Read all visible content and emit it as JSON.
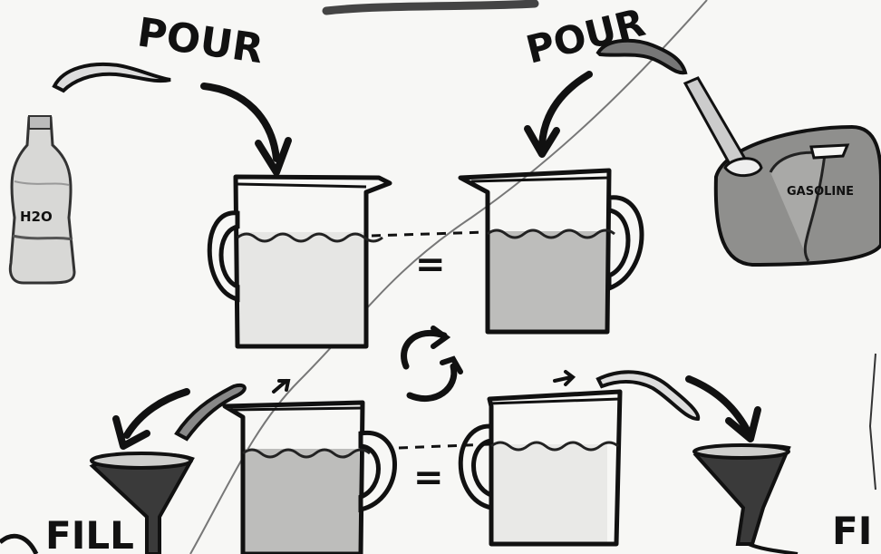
{
  "labels": {
    "pour_left": "POUR",
    "pour_right": "POUR",
    "bottle": "H2O",
    "can": "GASOLINE",
    "fill_left": "FILL",
    "fill_right": "FI",
    "equals_top": "=",
    "equals_bottom": "="
  },
  "colors": {
    "ink": "#111111",
    "paper": "#f7f7f5",
    "water": "#e6e6e4",
    "gasoline": "#bdbdbb",
    "gas_can": "#8f8f8d",
    "funnel_dark": "#3a3a3a"
  },
  "icons": {
    "swap": "swap-arrows-icon",
    "bottle": "water-bottle-icon",
    "can": "gas-can-icon",
    "funnel": "funnel-icon"
  }
}
